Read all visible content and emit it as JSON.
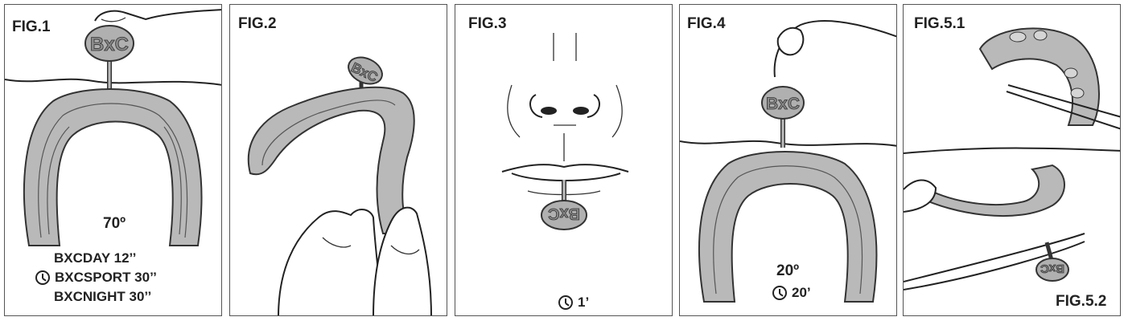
{
  "figures": [
    {
      "id": "fig1",
      "label": "FIG.1",
      "temperature": "70º",
      "times": [
        "BXCDAY 12’’",
        "BXCSPORT 30’’",
        "BXCNIGHT 30’’"
      ],
      "logo": "BxC"
    },
    {
      "id": "fig2",
      "label": "FIG.2",
      "logo": "BxC"
    },
    {
      "id": "fig3",
      "label": "FIG.3",
      "time": "1’",
      "logo": "BxC"
    },
    {
      "id": "fig4",
      "label": "FIG.4",
      "temperature": "20º",
      "time": "20’",
      "logo": "BxC"
    },
    {
      "id": "fig5",
      "label": "FIG.5.1",
      "label2": "FIG.5.2",
      "logo": "BxC"
    }
  ],
  "colors": {
    "tray": "#b9b9b9",
    "outline": "#333333",
    "border": "#555555"
  },
  "icons": [
    "clock-icon",
    "hand-icon",
    "mouthguard-icon",
    "tweezers-icon",
    "face-icon"
  ]
}
